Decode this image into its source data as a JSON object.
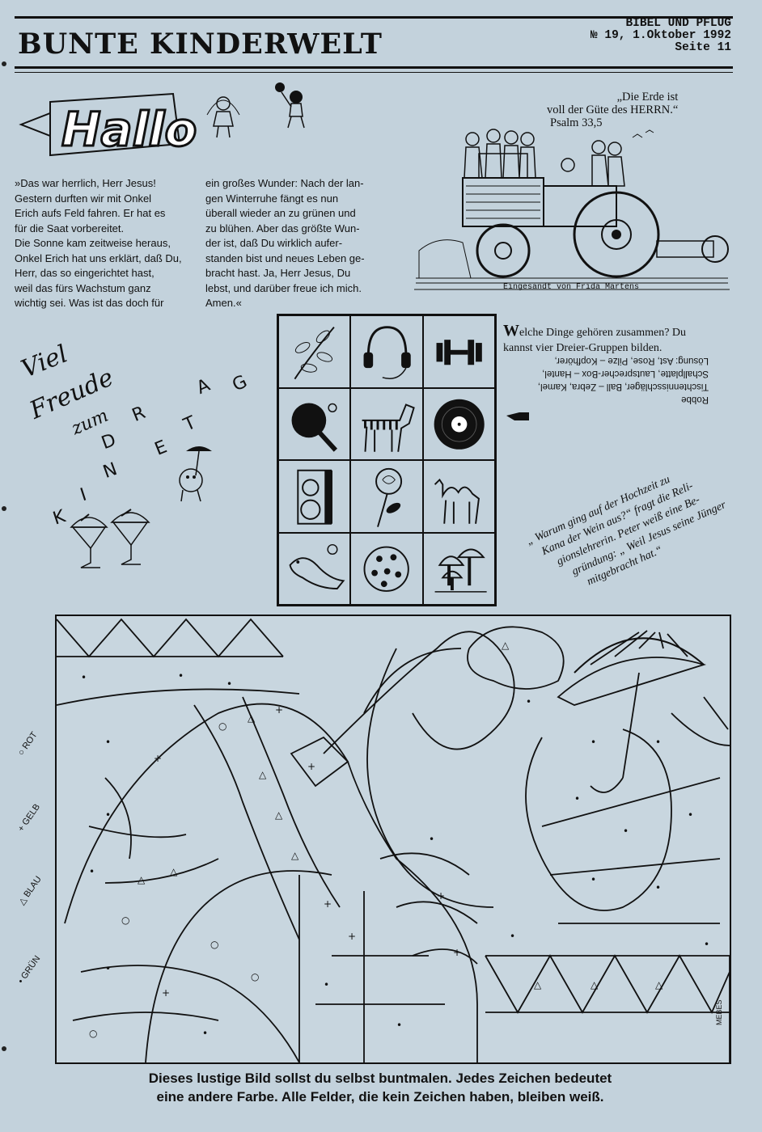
{
  "masthead": {
    "title": "BUNTE KINDERWELT",
    "publication": "BIBEL UND PFLUG",
    "issue": "№ 19, 1.Oktober 1992",
    "page": "Seite 11"
  },
  "hallo": {
    "logo_text": "Hallo",
    "left_lines": [
      "»Das war herrlich, Herr Jesus!",
      "Gestern durften wir mit Onkel",
      "Erich aufs Feld fahren. Er hat es",
      "für die Saat vorbereitet.",
      "Die Sonne kam zeitweise heraus,",
      "Onkel  Erich hat uns erklärt, daß Du,",
      "Herr, das so eingerichtet hast,",
      "weil das fürs Wachstum ganz",
      "wichtig sei. Was ist das doch für"
    ],
    "right_lines": [
      "ein großes Wunder: Nach der lan-",
      "gen Winterruhe fängt es nun",
      "überall wieder an zu grünen und",
      "zu blühen. Aber das größte Wun-",
      "der ist, daß Du wirklich aufer-",
      "standen bist und neues Leben ge-",
      "bracht hast. Ja, Herr Jesus, Du",
      "lebst, und darüber freue ich mich.",
      "Amen.«"
    ]
  },
  "tractor": {
    "quote_lines": [
      "„Die Erde ist",
      "voll der Güte des HERRN.“",
      "Psalm 33,5"
    ],
    "credit": "Eingesandt von Frida Martens"
  },
  "greeting": {
    "line1": "Viel",
    "line2": "Freude",
    "line3": "zum",
    "letters": [
      "K",
      "I",
      "N",
      "D",
      "E",
      "R",
      "T",
      "A",
      "G"
    ]
  },
  "puzzle": {
    "question_first": "W",
    "question_rest": "elche Dinge gehören zusammen? Du kannst vier Dreier-Gruppen bilden.",
    "solution_lines": [
      "Lösung: Ast, Rose, Pilze – Kopfhörer,",
      "Schallplatte, Lautsprecher-Box – Hantel,",
      "Tischtennisschläger, Ball – Zebra, Kamel,",
      "Robbe"
    ],
    "items": [
      "branch-icon",
      "headphones-icon",
      "dumbbell-icon",
      "table-tennis-icon",
      "zebra-icon",
      "record-icon",
      "speaker-icon",
      "rose-icon",
      "camel-icon",
      "seal-icon",
      "ball-icon",
      "mushrooms-icon"
    ]
  },
  "joke": {
    "lines": [
      "„ Warum ging auf der Hochzeit zu",
      "Kana der Wein aus?“ fragt die Reli-",
      "gionslehrerin. Peter weiß eine Be-",
      "gründung: „ Weil Jesus seine Jünger",
      "mitgebracht hat.“"
    ]
  },
  "coloring": {
    "legend": [
      "ROT",
      "GELB",
      "BLAU",
      "GRÜN"
    ],
    "signature": "MEBES",
    "caption_line1": "Dieses lustige Bild sollst du selbst buntmalen. Jedes Zeichen bedeutet",
    "caption_line2": "eine andere Farbe. Alle Felder, die kein Zeichen haben, bleiben weiß."
  }
}
